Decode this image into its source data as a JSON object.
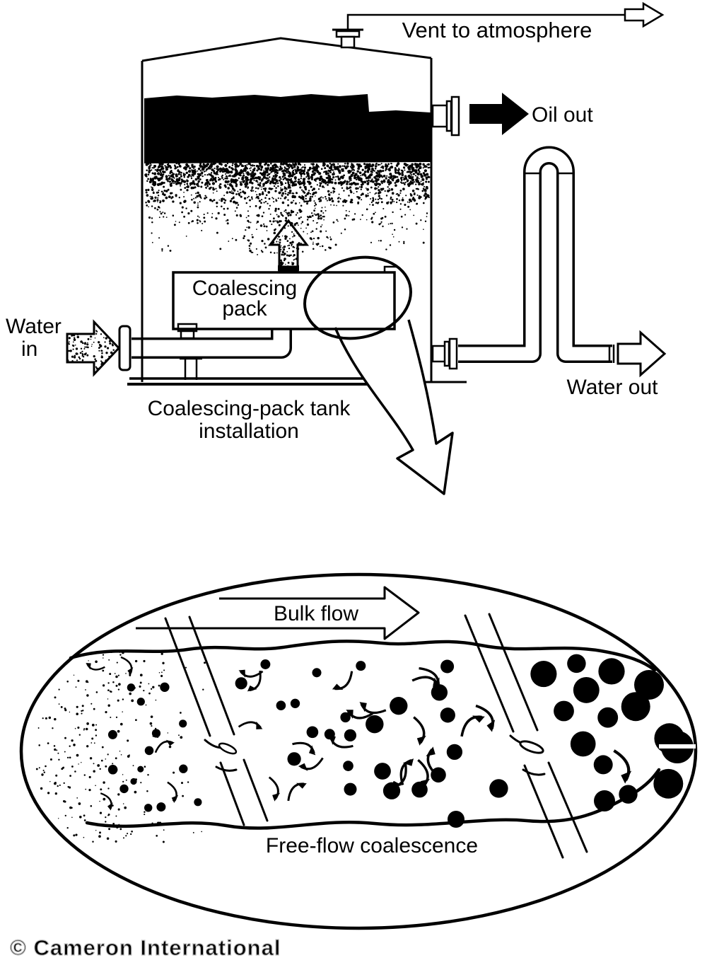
{
  "figure": {
    "labels": {
      "vent": "Vent to atmosphere",
      "oil_out": "Oil out",
      "water_in_line1": "Water",
      "water_in_line2": "in",
      "pack_line1": "Coalescing",
      "pack_line2": "pack",
      "caption_line1": "Coalescing-pack tank",
      "caption_line2": "installation",
      "water_out": "Water out",
      "bulk_flow": "Bulk flow",
      "detail_caption": "Free-flow coalescence",
      "watermark": "© Cameron International"
    },
    "colors": {
      "ink": "#000000",
      "background": "#ffffff",
      "watermark_stroke": "#c6c6c6"
    }
  }
}
